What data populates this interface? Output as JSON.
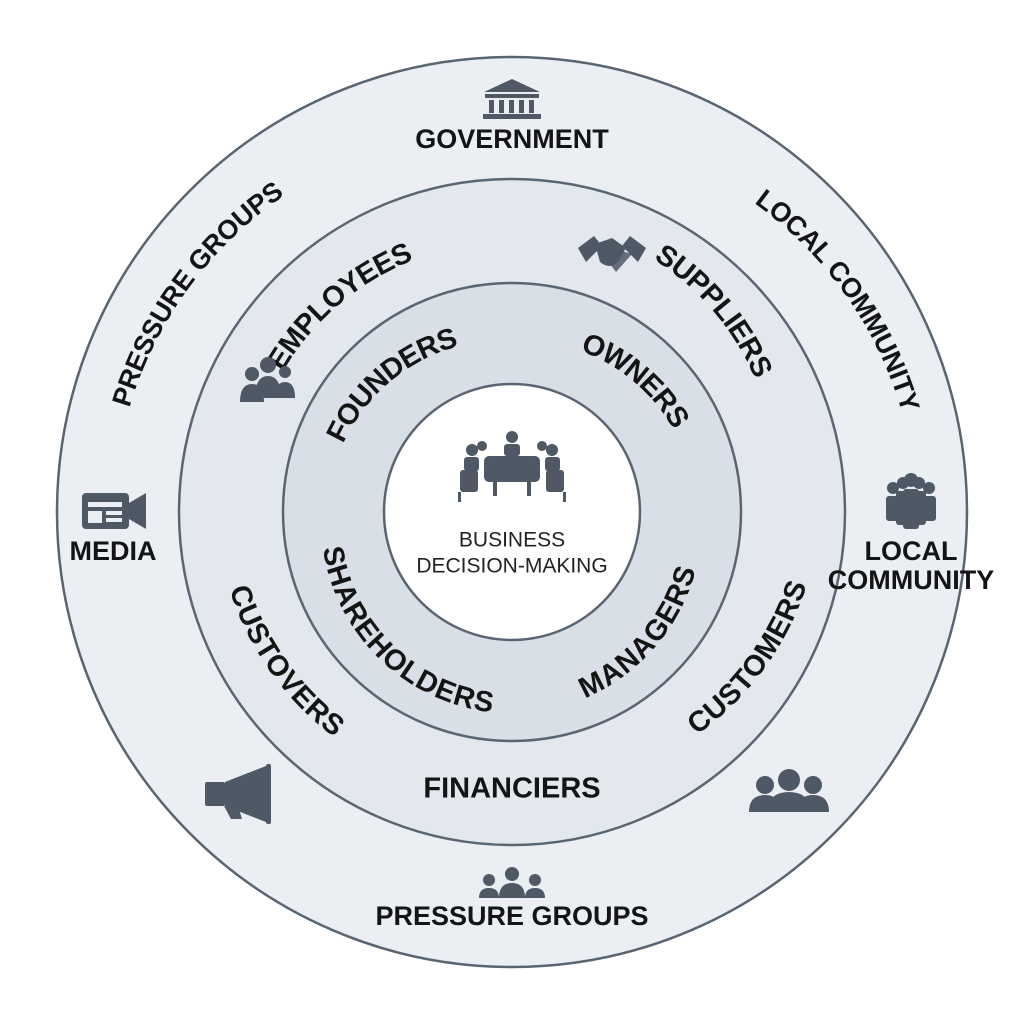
{
  "center": {
    "line1": "BUSINESS",
    "line2": "DECISION-MAKING",
    "icon": "meeting-table-icon"
  },
  "inner_ring": {
    "founders": "FOUNDERS",
    "owners": "OWNERS",
    "shareholders": "SHAREHOLDERS",
    "managers": "MANAGERS"
  },
  "middle_ring": {
    "employees": "EMPLOYEES",
    "suppliers": "SUPPLIERS",
    "customers_left": "CUSTOVERS",
    "customers_right": "CUSTOMERS",
    "financiers": "FINANCIERS"
  },
  "outer_ring": {
    "government": "GOVERNMENT",
    "pressure_groups_arc": "PRESSURE GROUPS",
    "local_community_arc": "LOCAL COMMUNITY",
    "media": "MEDIA",
    "local_community_line1": "LOCAL",
    "local_community_line2": "COMMUNITY",
    "pressure_groups_bottom": "PRESSURE GROUPS"
  },
  "icons": [
    "government-building-icon",
    "handshake-icon",
    "employees-group-icon",
    "media-camera-icon",
    "local-community-people-icon",
    "megaphone-icon",
    "customers-group-icon",
    "pressure-groups-icon"
  ],
  "colors": {
    "outer_fill": "#ebeff4",
    "middle_fill": "#e3e8ee",
    "inner_fill": "#d9dfe7",
    "ring_stroke": "#5a6572",
    "icon": "#4f5865"
  }
}
